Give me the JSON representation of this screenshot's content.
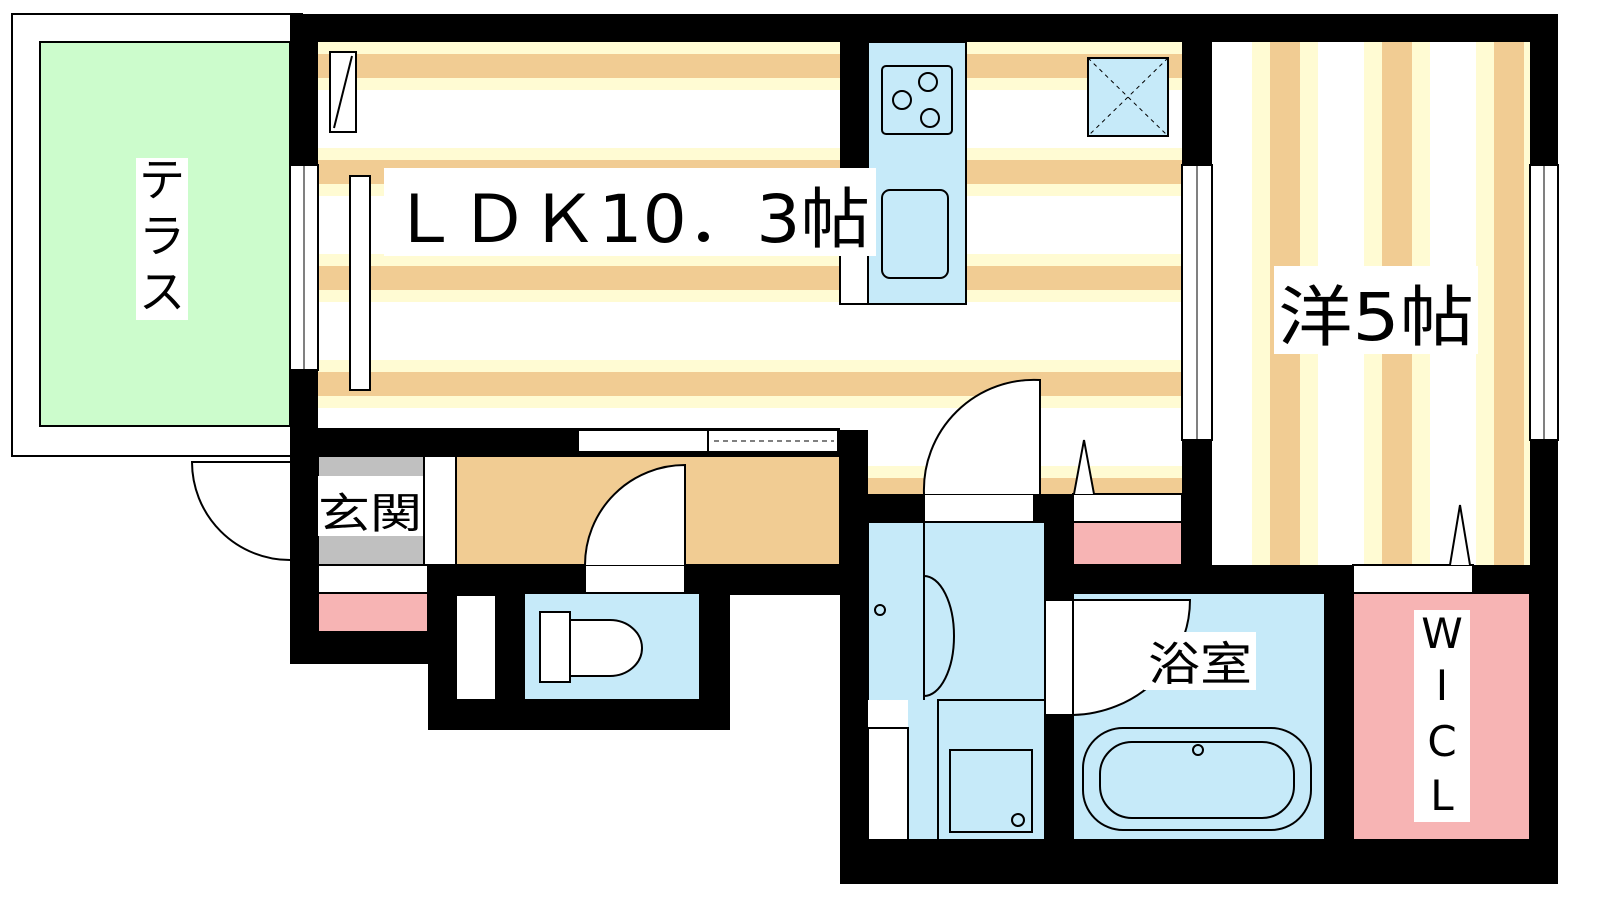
{
  "rooms": {
    "terrace": "テラス",
    "ldk": "ＬＤＫ10．3帖",
    "western": "洋5帖",
    "entrance": "玄関",
    "bath": "浴室",
    "wic": [
      "W",
      "I",
      "C",
      "L"
    ]
  },
  "colors": {
    "wall": "#000000",
    "terrace": "#ccfccc",
    "floor_light": "#fffbd3",
    "floor_tan": "#f1cc93",
    "wet_area": "#c6eaf9",
    "storage_pink": "#f7b4b4",
    "entrance_gray": "#c0c0c0"
  }
}
